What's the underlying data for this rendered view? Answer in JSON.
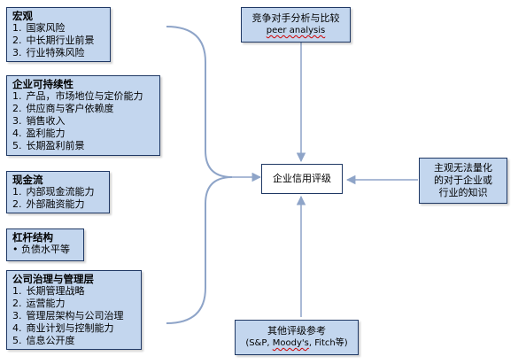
{
  "macro": {
    "title": "宏观",
    "items": [
      {
        "num": "1.",
        "text": "国家风险"
      },
      {
        "num": "2.",
        "text": "中长期行业前景"
      },
      {
        "num": "3.",
        "text": "行业特殊风险"
      }
    ]
  },
  "sustainability": {
    "title": "企业可持续性",
    "items": [
      {
        "num": "1.",
        "text": "产品，市场地位与定价能力"
      },
      {
        "num": "2.",
        "text": "供应商与客户依赖度"
      },
      {
        "num": "3.",
        "text": "销售收入"
      },
      {
        "num": "4.",
        "text": "盈利能力"
      },
      {
        "num": "5.",
        "text": "长期盈利前景"
      }
    ]
  },
  "cashflow": {
    "title": "现金流",
    "items": [
      {
        "num": "1.",
        "text": "内部现金流能力"
      },
      {
        "num": "2.",
        "text": "外部融资能力"
      }
    ]
  },
  "leverage": {
    "title": "杠杆结构",
    "items": [
      {
        "num": "•",
        "text": "负债水平等"
      }
    ]
  },
  "governance": {
    "title": "公司治理与管理层",
    "items": [
      {
        "num": "1.",
        "text": "长期管理战略"
      },
      {
        "num": "2.",
        "text": "运营能力"
      },
      {
        "num": "3.",
        "text": "管理层架构与公司治理"
      },
      {
        "num": "4.",
        "text": "商业计划与控制能力"
      },
      {
        "num": "5.",
        "text": "信息公开度"
      }
    ]
  },
  "peer": {
    "line1": "竞争对手分析与比较",
    "line2": "peer analysis"
  },
  "main": {
    "label": "企业信用评级"
  },
  "subjective": {
    "line1": "主观无法量化",
    "line2": "的对于企业或",
    "line3": "行业的知识"
  },
  "other": {
    "line1": "其他评级参考",
    "sp": "(S&P",
    "moodys": "Moody's",
    "fitch": "Fitch等)"
  }
}
